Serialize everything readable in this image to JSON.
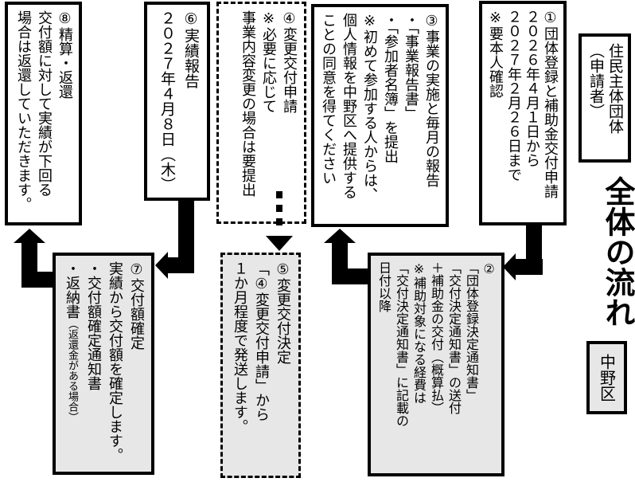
{
  "header": {
    "title": "全体の流れ",
    "applicant_label": "住民主体団体\n（申請者）",
    "city_label": "中野区"
  },
  "steps": {
    "step1": "①団体登録と補助金交付申請\n２０２６年４月１日から\n２０２７年２月２６日まで\n※要本人確認",
    "step2": "②\n「団体登録決定通知書」\n「交付決定通知書」の送付\n＋補助金の交付（概算払）\n※補助対象になる経費は\n「交付決定通知書」に記載の\n日付以降",
    "step3": "③事業の実施と毎月の報告\n・「事業報告書」\n・「参加者名簿」を提出\n※初めて参加する人からは、\n個人情報を中野区へ提供する\nことの同意を得てください",
    "step4": "④変更交付申請\n※必要に応じて\n事業内容変更の場合は要提出",
    "step5": "⑤変更交付決定\n「④変更交付申請」から\n１か月程度で発送します。",
    "step6": "⑥実績報告\n２０２７年４月８日（木）",
    "step7_main": "⑦交付額確定\n実績から交付額を確定します。\n・交付額確定通知書\n・返納書",
    "step7_note": "（返還金がある場合）",
    "step8": "⑧精算・返還\n交付額に対して実績が下回る\n場合は返還していただきます。"
  },
  "colors": {
    "border": "#000000",
    "gray_fill": "#e7e7e7",
    "background": "#ffffff"
  }
}
